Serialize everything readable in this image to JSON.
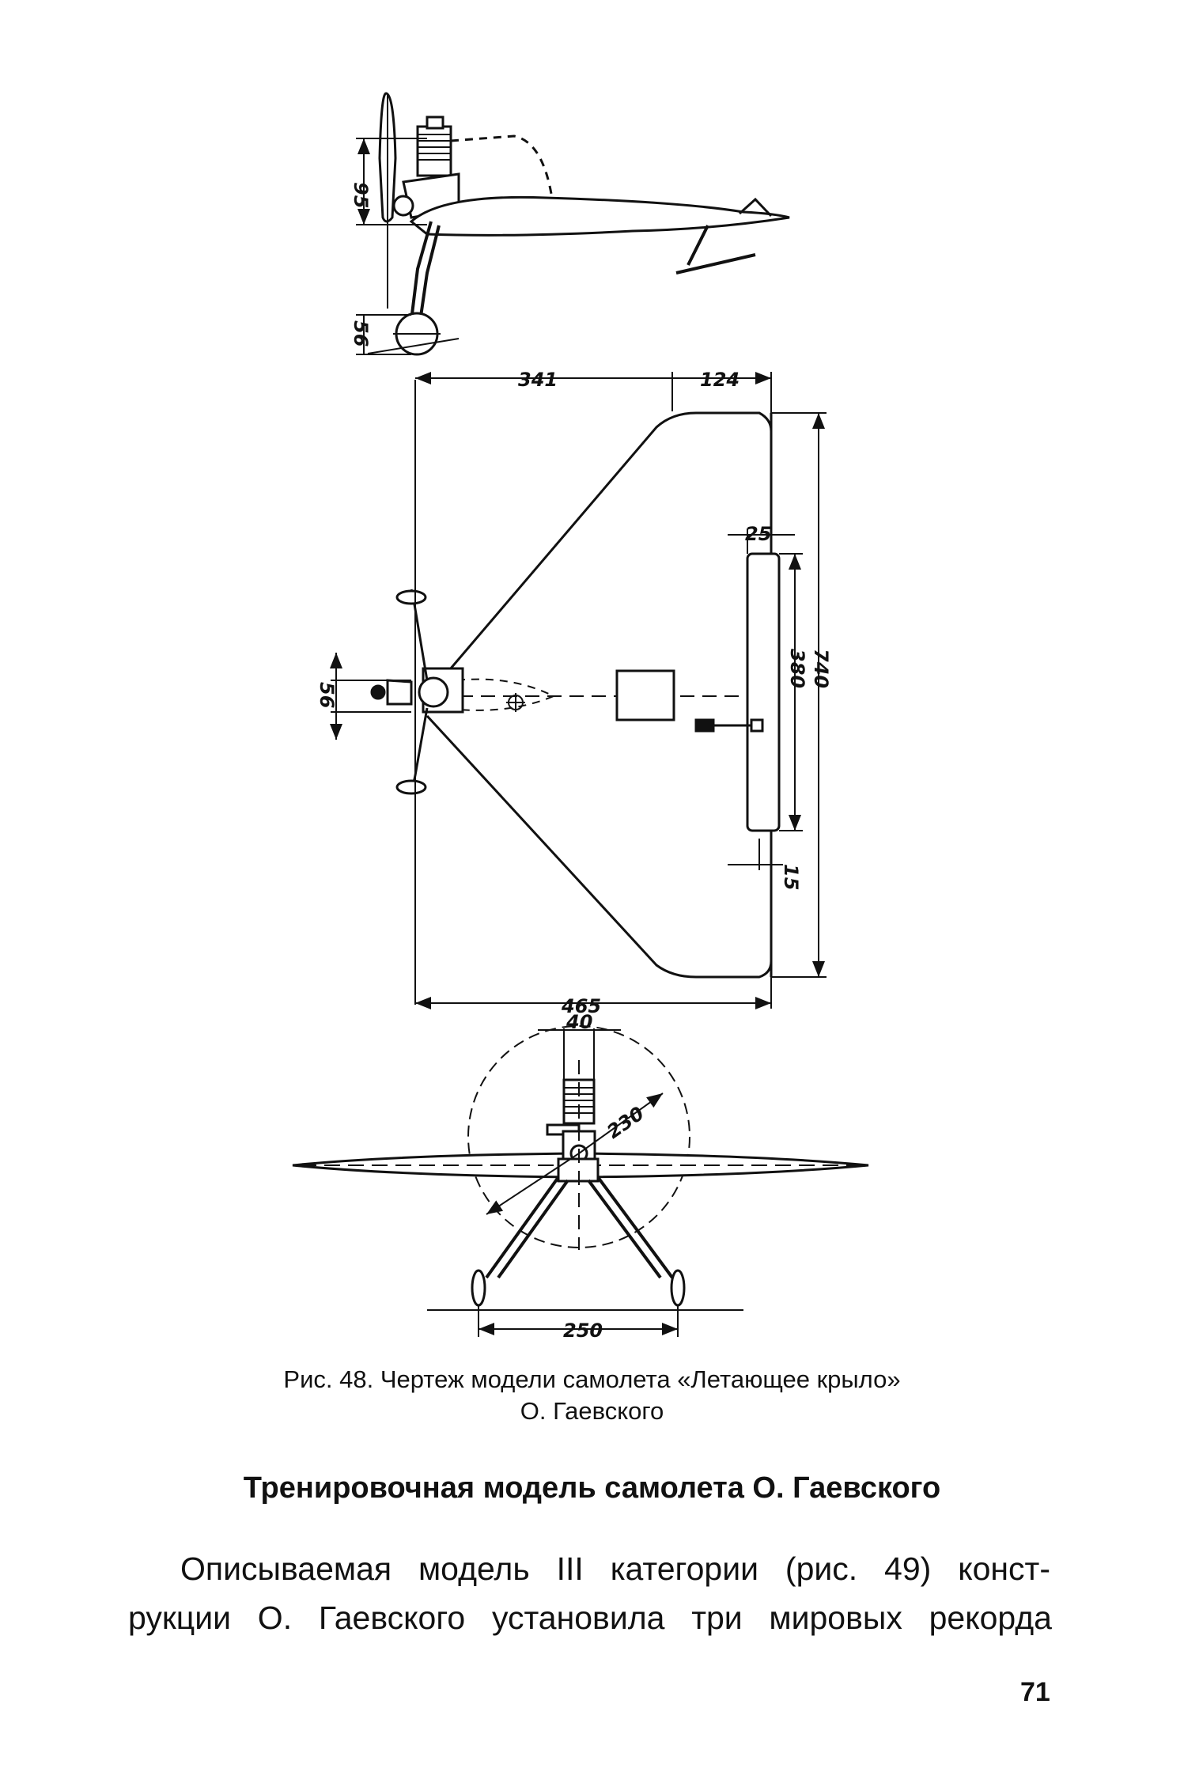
{
  "figure": {
    "dimensions": {
      "side_propeller_height": "95",
      "side_wheel": "56",
      "plan_root_sweep": "341",
      "plan_tip_chord": "124",
      "plan_elevon_width": "25",
      "plan_elevon_span": "380",
      "plan_half_span": "740",
      "plan_elevon_offset": "15",
      "plan_engine": "56",
      "plan_root_chord": "465",
      "front_engine_width": "40",
      "front_radius": "230",
      "front_track": "250"
    },
    "caption_line1": "Рис. 48. Чертеж модели самолета «Летающее крыло»",
    "caption_line2": "О. Гаевского"
  },
  "heading": "Тренировочная модель самолета О. Гаевского",
  "paragraph": {
    "line1": "Описываемая модель III категории (рис. 49) конст-",
    "line2": "рукции О. Гаевского установила три мировых рекорда"
  },
  "page_number": "71"
}
